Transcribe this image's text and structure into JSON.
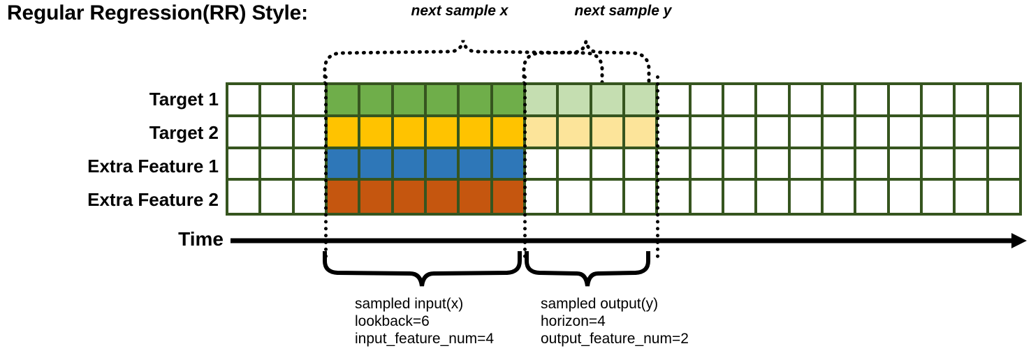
{
  "title": "Regular Regression(RR) Style:",
  "rows": [
    {
      "label": "Target 1",
      "name": "target-1"
    },
    {
      "label": "Target 2",
      "name": "target-2"
    },
    {
      "label": "Extra Feature 1",
      "name": "extra-feature-1"
    },
    {
      "label": "Extra Feature 2",
      "name": "extra-feature-2"
    }
  ],
  "grid": {
    "columns": 24,
    "lead_blank": 3,
    "input_span": 6,
    "output_span": 4,
    "trail_blank": 11,
    "border_color": "#36551F",
    "empty_color": "#FFFFFF",
    "row_colors": [
      {
        "solid": "#6FAE4A",
        "faded": "#C5DEB1"
      },
      {
        "solid": "#FFC300",
        "faded": "#FCE49A"
      },
      {
        "solid": "#2E77B8",
        "faded": "#FFFFFF"
      },
      {
        "solid": "#C5560F",
        "faded": "#FFFFFF"
      }
    ],
    "row_fill": [
      {
        "input": "solid",
        "output": "faded"
      },
      {
        "input": "solid",
        "output": "faded"
      },
      {
        "input": "solid",
        "output": "none"
      },
      {
        "input": "solid",
        "output": "none"
      }
    ]
  },
  "time_axis": {
    "label": "Time"
  },
  "top_labels": [
    {
      "text": "next sample x",
      "name": "next-sample-x-label"
    },
    {
      "text": "next sample y",
      "name": "next-sample-y-label"
    }
  ],
  "bottom_annotations": [
    {
      "name": "sampled-input-annotation",
      "line1": "sampled input(x)",
      "line2": "lookback=6",
      "line3": "input_feature_num=4"
    },
    {
      "name": "sampled-output-annotation",
      "line1": "sampled output(y)",
      "line2": "horizon=4",
      "line3": "output_feature_num=2"
    }
  ]
}
